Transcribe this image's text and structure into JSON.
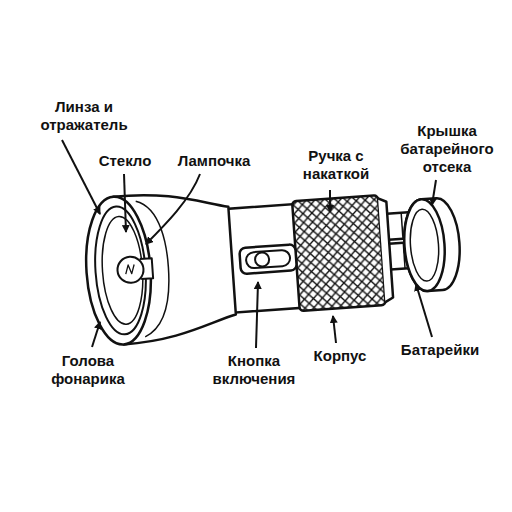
{
  "diagram": {
    "labels": [
      "Линза и отражатель",
      "Стекло",
      "Лампочка",
      "Ручка с накаткой",
      "Крышка батарейного отсека",
      "Голова фонарика",
      "Кнопка включения",
      "Корпус",
      "Батарейки"
    ]
  }
}
